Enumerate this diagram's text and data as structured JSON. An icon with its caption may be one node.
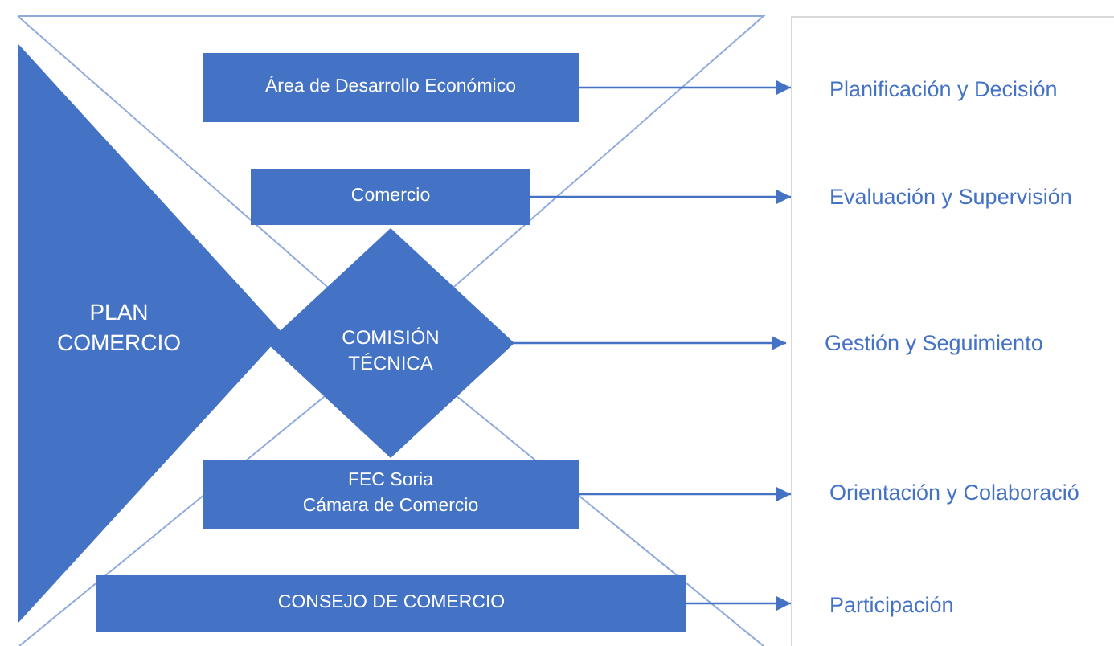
{
  "diagram": {
    "nodes": [
      {
        "text": [
          "PLAN COMERCIO"
        ]
      },
      {
        "text": [
          "Área de Desarrollo Económico"
        ]
      },
      {
        "text": [
          "Comercio"
        ]
      },
      {
        "text": [
          "COMISIÓN TÉCNICA"
        ]
      },
      {
        "text": [
          "FEC Soria",
          "Cámara de Comercio"
        ]
      },
      {
        "text": [
          "CONSEJO DE COMERCIO"
        ]
      },
      {
        "text": [
          "Planificación y Decisión"
        ]
      },
      {
        "text": [
          "Evaluación y Supervisión"
        ]
      },
      {
        "text": [
          "Gestión y Seguimiento"
        ]
      },
      {
        "text": [
          "Orientación y Colaboració"
        ]
      },
      {
        "text": [
          "Participación"
        ]
      }
    ],
    "edges": [
      {
        "from": 1,
        "to": 6,
        "arrow": "to"
      },
      {
        "from": 2,
        "to": 7,
        "arrow": "to"
      },
      {
        "from": 3,
        "to": 8,
        "arrow": "to"
      },
      {
        "from": 4,
        "to": 9,
        "arrow": "to"
      },
      {
        "from": 5,
        "to": 10,
        "arrow": "to"
      }
    ]
  }
}
